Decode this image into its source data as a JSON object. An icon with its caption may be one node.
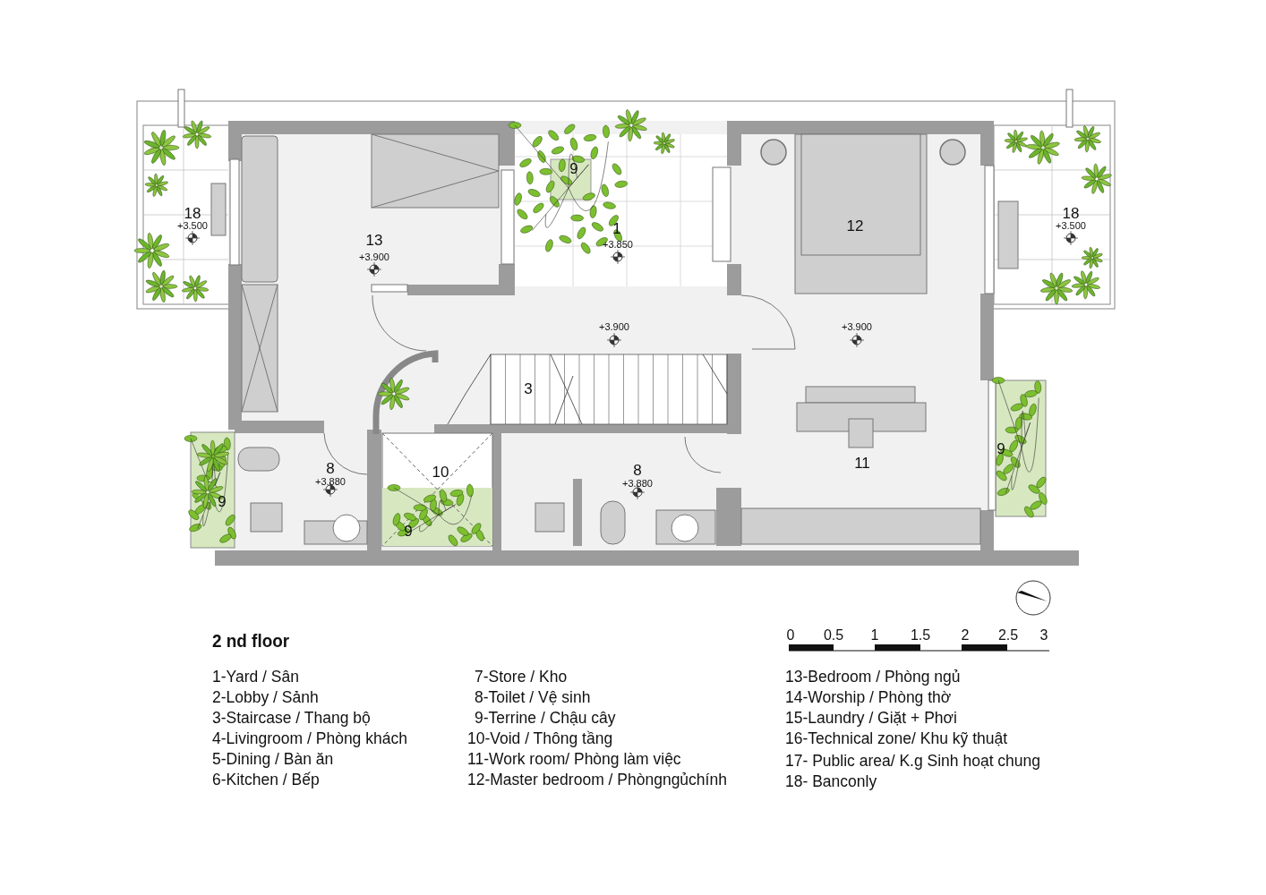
{
  "diagram": {
    "title": "2 nd floor",
    "labels": [
      "18",
      "+3.500",
      "9",
      "1",
      "+3.850",
      "18",
      "+3.500",
      "12",
      "13",
      "+3.900",
      "+3.900",
      "+3.900",
      "3",
      "9",
      "11",
      "8",
      "+3.880",
      "10",
      "8",
      "+3.880",
      "9",
      "9",
      "0",
      "0.5",
      "1",
      "1.5",
      "2",
      "2.5",
      "3",
      "1-Yard / Sân",
      "2-Lobby / Sảnh",
      "3-Staircase / Thang bộ",
      "4-Livingroom / Phòng khách",
      "5-Dining / Bàn ăn",
      "6-Kitchen / Bếp",
      "7-Store / Kho",
      "8-Toilet / Vệ sinh",
      "9-Terrine / Chậu cây",
      "10-Void / Thông tầng",
      "11-Work room/ Phòng làm việc",
      "12-Master bedroom / Phòngngủchính",
      "13-Bedroom / Phòng ngủ",
      "14-Worship  / Phòng thờ",
      "15-Laundry  / Giặt + Phơi",
      "16-Technical zone/ Khu kỹ thuật",
      "17- Public area/ K.g Sinh hoạt chung",
      "18- Banconly"
    ]
  }
}
